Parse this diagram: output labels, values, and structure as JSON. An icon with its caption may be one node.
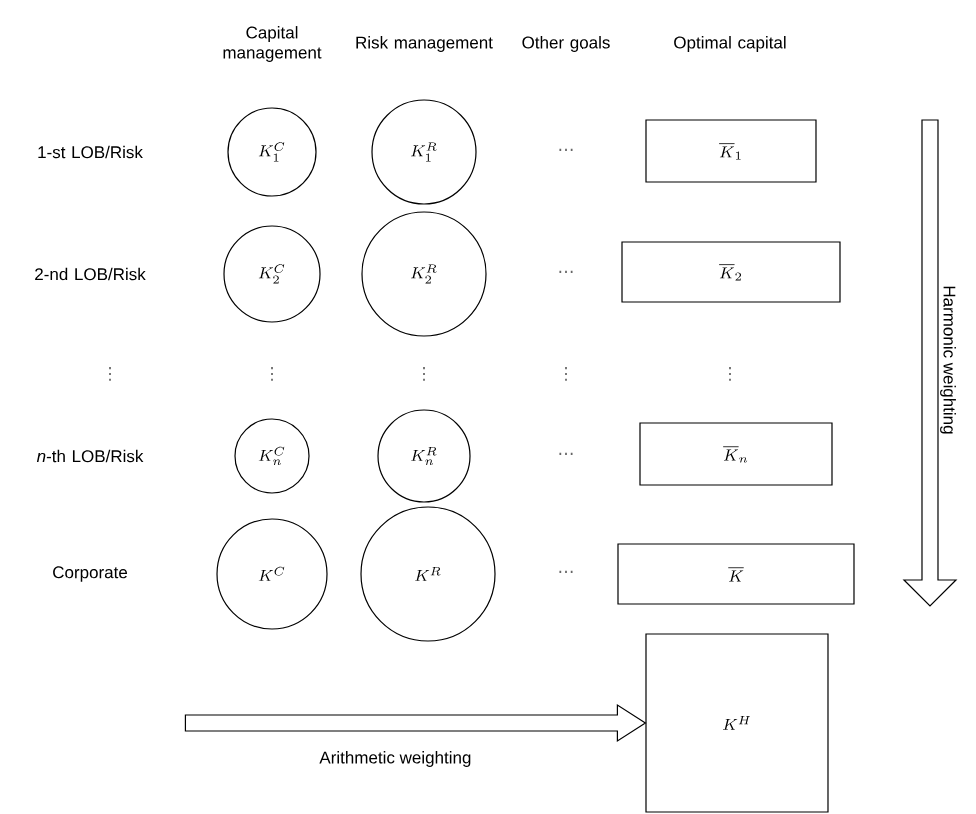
{
  "diagram": {
    "nodes": [
      {
        "text": [
          "K_1^C"
        ]
      },
      {
        "text": [
          "K_1^R"
        ]
      },
      {
        "text": [
          "\\overline{K}_1"
        ]
      },
      {
        "text": [
          "K_2^C"
        ]
      },
      {
        "text": [
          "K_2^R"
        ]
      },
      {
        "text": [
          "\\overline{K}_2"
        ]
      },
      {
        "text": [
          "K_n^C"
        ]
      },
      {
        "text": [
          "K_n^R"
        ]
      },
      {
        "text": [
          "\\overline{K}_n"
        ]
      },
      {
        "text": [
          "K^C"
        ]
      },
      {
        "text": [
          "K^R"
        ]
      },
      {
        "text": [
          "\\overline{K}"
        ]
      },
      {
        "text": [
          "K^H"
        ]
      }
    ],
    "edges": [
      {
        "from": null,
        "to": 12,
        "arrow": "to",
        "label": "Arithmetic weighting",
        "style": "thick"
      }
    ],
    "labels": [
      "Capital management",
      "Risk management",
      "Other goals",
      "Optimal capital",
      "1-st LOB/Risk",
      "⋯",
      "2-nd LOB/Risk",
      "⋯",
      "⋮",
      "⋮",
      "⋮",
      "⋮",
      "⋮",
      "*n*-th LOB/Risk",
      "⋯",
      "Corporate",
      "⋯",
      "Harmonic weighting"
    ]
  }
}
